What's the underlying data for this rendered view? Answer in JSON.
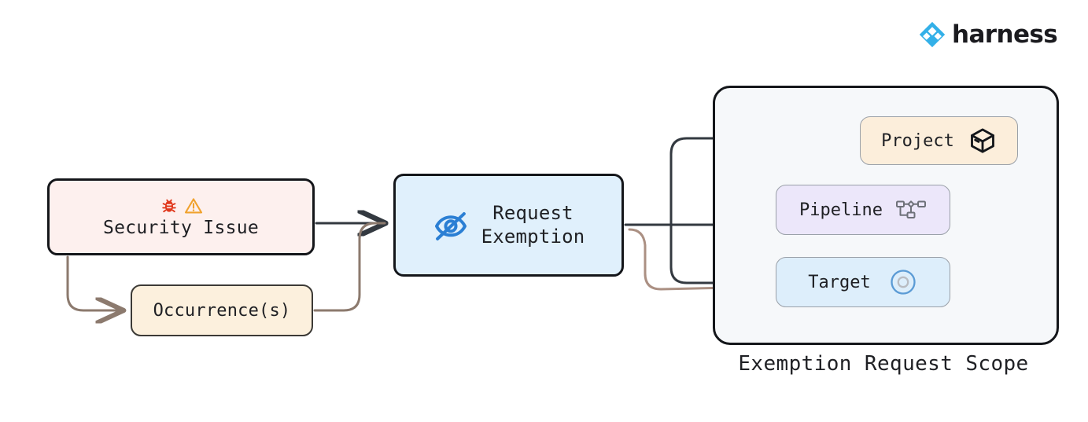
{
  "brand": {
    "name": "harness",
    "logo_icon": "harness-diamond-logo-icon",
    "accent_color": "#33b0e8"
  },
  "diagram": {
    "type": "flowchart",
    "direction": "left-to-right",
    "nodes": [
      {
        "id": "security-issue",
        "label": "Security Issue",
        "icons": [
          "bug-icon",
          "warning-triangle-icon"
        ],
        "fill": "#fdf0ee",
        "stroke": "#14161a"
      },
      {
        "id": "occurrences",
        "label": "Occurrence(s)",
        "icons": [],
        "fill": "#fcf0dd",
        "stroke": "#3c3a36"
      },
      {
        "id": "request-exemption",
        "label": "Request\nExemption",
        "label_line1": "Request",
        "label_line2": "Exemption",
        "icons": [
          "eye-off-icon"
        ],
        "fill": "#e0f0fc",
        "stroke": "#14161a"
      },
      {
        "id": "project",
        "label": "Project",
        "icons": [
          "cube-icon"
        ],
        "fill": "#fceedb",
        "stroke": "#9aa0a8"
      },
      {
        "id": "pipeline",
        "label": "Pipeline",
        "icons": [
          "pipeline-nodes-icon"
        ],
        "fill": "#ece7fa",
        "stroke": "#9aa0a8"
      },
      {
        "id": "target",
        "label": "Target",
        "icons": [
          "target-circle-icon"
        ],
        "fill": "#ddeefb",
        "stroke": "#9aa0a8"
      }
    ],
    "groups": [
      {
        "id": "exemption-request-scope",
        "label": "Exemption Request Scope",
        "members": [
          "project",
          "pipeline",
          "target"
        ],
        "fill": "#f6f8fa",
        "stroke": "#14161a"
      }
    ],
    "edges": [
      {
        "from": "security-issue",
        "to": "request-exemption",
        "color": "#333940"
      },
      {
        "from": "security-issue",
        "to": "occurrences",
        "color": "#8c7a6e"
      },
      {
        "from": "occurrences",
        "to": "request-exemption",
        "color": "#8c7a6e"
      },
      {
        "from": "request-exemption",
        "to": "project",
        "color": "#333940"
      },
      {
        "from": "request-exemption",
        "to": "pipeline",
        "color": "#333940"
      },
      {
        "from": "request-exemption",
        "to": "target",
        "color": "#333940"
      },
      {
        "from": "occurrences",
        "to": "target",
        "color": "#ab9083"
      },
      {
        "from": "project",
        "to": "pipeline",
        "color": "#333940"
      },
      {
        "from": "project",
        "to": "target",
        "color": "#333940"
      }
    ]
  },
  "colors": {
    "edge_dark": "#333940",
    "edge_brown": "#8c7a6e",
    "bug_red": "#e0381c",
    "warning_orange": "#f0a22e",
    "eye_blue": "#2b7fd4",
    "target_blue": "#5b9bd5",
    "pipeline_gray": "#6e7179",
    "text": "#1f2024"
  }
}
